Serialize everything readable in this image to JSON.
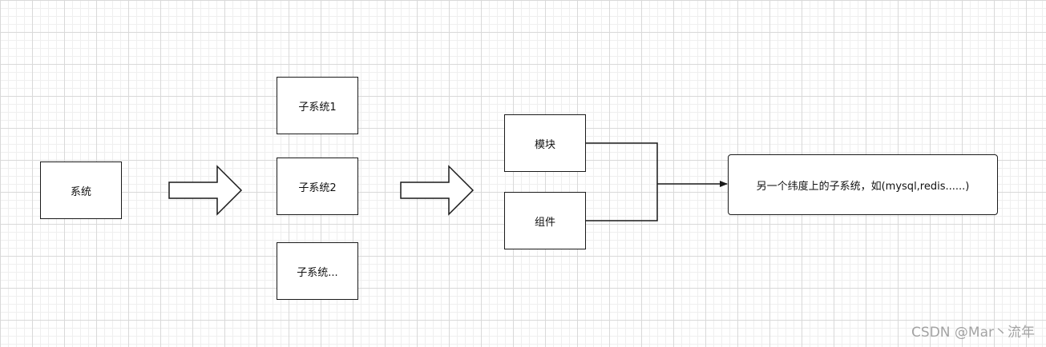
{
  "nodes": {
    "system": "系统",
    "subsystem_1": "子系统1",
    "subsystem_2": "子系统2",
    "subsystem_more": "子系统...",
    "module": "模块",
    "component": "组件",
    "other_dimension": "另一个纬度上的子系统，如(mysql,redis......)"
  },
  "watermark": "CSDN @Mar丶流年",
  "colors": {
    "stroke": "#1a1a1a",
    "grid_major": "#d9d9d9",
    "grid_minor": "#efefef"
  }
}
